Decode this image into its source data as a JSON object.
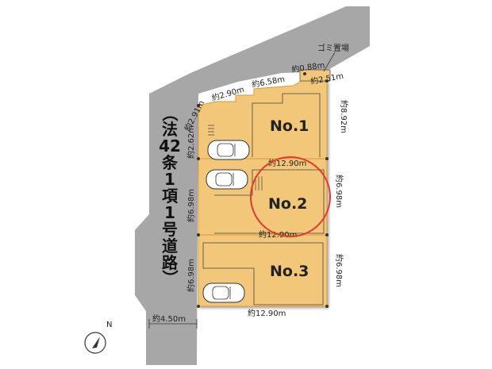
{
  "road": {
    "label": "法42条1項1号道路",
    "chars": [
      "（",
      "法",
      "42",
      "条",
      "1",
      "項",
      "1",
      "号",
      "道",
      "路",
      "）"
    ],
    "width": "約4.50m",
    "color": "#a7a7a7"
  },
  "garbage": {
    "label": "ゴミ置場"
  },
  "lots": [
    {
      "name": "No.1"
    },
    {
      "name": "No.2"
    },
    {
      "name": "No.3"
    }
  ],
  "dimensions": {
    "top_a": "約2.91m",
    "top_b": "約2.90m",
    "top_c": "約6.58m",
    "top_d": "約0.88m",
    "top_e": "約2.51m",
    "lot1_right": "約8.92m",
    "lot1_left": "約2.62m",
    "lot1_bottom": "約12.90m",
    "lot2_left": "約6.98m",
    "lot2_right": "約6.98m",
    "lot2_bottom": "約12.90m",
    "lot3_left": "約6.98m",
    "lot3_right": "約6.98m",
    "lot3_bottom": "約12.90m"
  },
  "north": {
    "label": "N"
  },
  "colors": {
    "lot_fill": "#f2c779",
    "lot_stroke": "#d89b3a",
    "highlight_circle": "#e23a2e"
  }
}
